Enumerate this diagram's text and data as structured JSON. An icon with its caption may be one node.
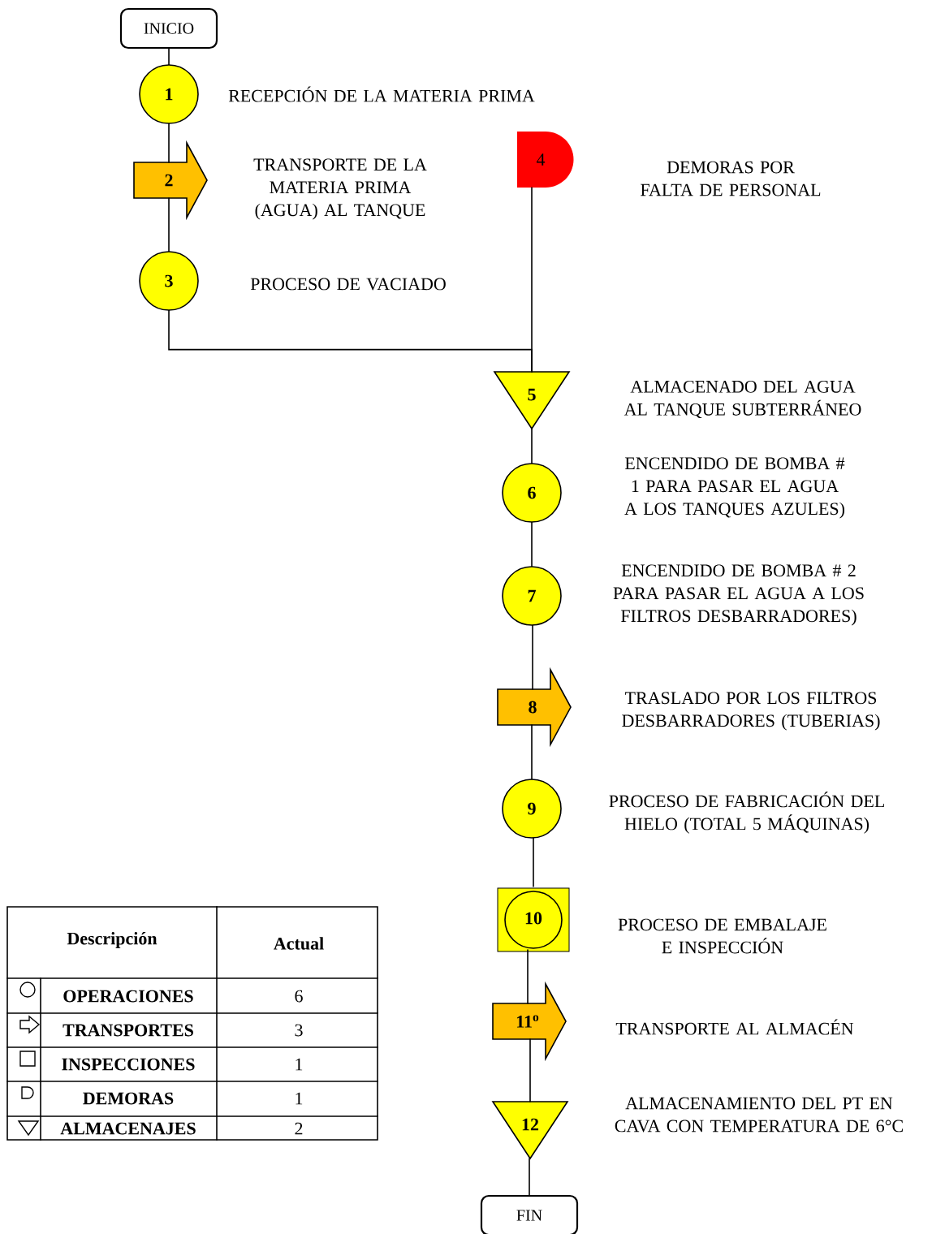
{
  "diagram": {
    "nodes": [
      {
        "text": [
          "INICIO"
        ]
      },
      {
        "text": [
          "1"
        ],
        "beside": [
          "RECEPCIÓN DE LA MATERIA PRIMA"
        ]
      },
      {
        "text": [
          "2"
        ],
        "beside": [
          "TRANSPORTE DE LA MATERIA PRIMA (AGUA) AL TANQUE"
        ]
      },
      {
        "text": [
          "3"
        ],
        "beside": [
          "PROCESO DE VACIADO"
        ]
      },
      {
        "text": [
          "4"
        ],
        "beside": [
          "DEMORAS POR FALTA DE PERSONAL"
        ]
      },
      {
        "text": [
          "5"
        ],
        "beside": [
          "ALMACENADO DEL AGUA AL TANQUE SUBTERRÁNEO"
        ]
      },
      {
        "text": [
          "6"
        ],
        "beside": [
          "ENCENDIDO DE BOMBA # 1 PARA PASAR EL AGUA A LOS TANQUES AZULES)"
        ]
      },
      {
        "text": [
          "7"
        ],
        "beside": [
          "ENCENDIDO DE BOMBA # 2 PARA PASAR EL AGUA A LOS FILTROS DESBARRADORES)"
        ]
      },
      {
        "text": [
          "8"
        ],
        "beside": [
          "TRASLADO POR LOS FILTROS DESBARRADORES (TUBERIAS)"
        ]
      },
      {
        "text": [
          "9"
        ],
        "beside": [
          "PROCESO DE FABRICACIÓN DEL HIELO (TOTAL 5 MÁQUINAS)"
        ]
      },
      {
        "text": [
          "10"
        ],
        "beside": [
          "PROCESO DE EMBALAJE E INSPECCIÓN"
        ]
      },
      {
        "text": [
          "11$^{o}$"
        ],
        "beside": [
          "TRANSPORTE AL ALMACÉN"
        ]
      },
      {
        "text": [
          "12"
        ],
        "beside": [
          "ALMACENAMIENTO DEL PT EN CAVA CON TEMPERATURA DE 6°C"
        ]
      },
      {
        "text": [
          "FIN"
        ]
      }
    ],
    "edges": [
      {
        "from": 0,
        "to": 1,
        "arrow": "none"
      },
      {
        "from": 1,
        "to": 2,
        "arrow": "none"
      },
      {
        "from": 2,
        "to": 3,
        "arrow": "none"
      },
      {
        "from": 3,
        "to": 5,
        "arrow": "none"
      },
      {
        "from": 4,
        "to": 5,
        "arrow": "none"
      },
      {
        "from": 5,
        "to": 6,
        "arrow": "none"
      },
      {
        "from": 6,
        "to": 7,
        "arrow": "none"
      },
      {
        "from": 7,
        "to": 8,
        "arrow": "none"
      },
      {
        "from": 8,
        "to": 9,
        "arrow": "none"
      },
      {
        "from": 9,
        "to": 10,
        "arrow": "none"
      },
      {
        "from": 10,
        "to": 11,
        "arrow": "none"
      },
      {
        "from": 11,
        "to": 12,
        "arrow": "none"
      },
      {
        "from": 12,
        "to": 13,
        "arrow": "none"
      }
    ],
    "labels": [
      "Descripción",
      "Actual",
      "OPERACIONES",
      "6",
      "TRANSPORTES",
      "3",
      "INSPECCIONES",
      "1",
      "DEMORAS",
      "1",
      "ALMACENAJES",
      "2"
    ]
  }
}
